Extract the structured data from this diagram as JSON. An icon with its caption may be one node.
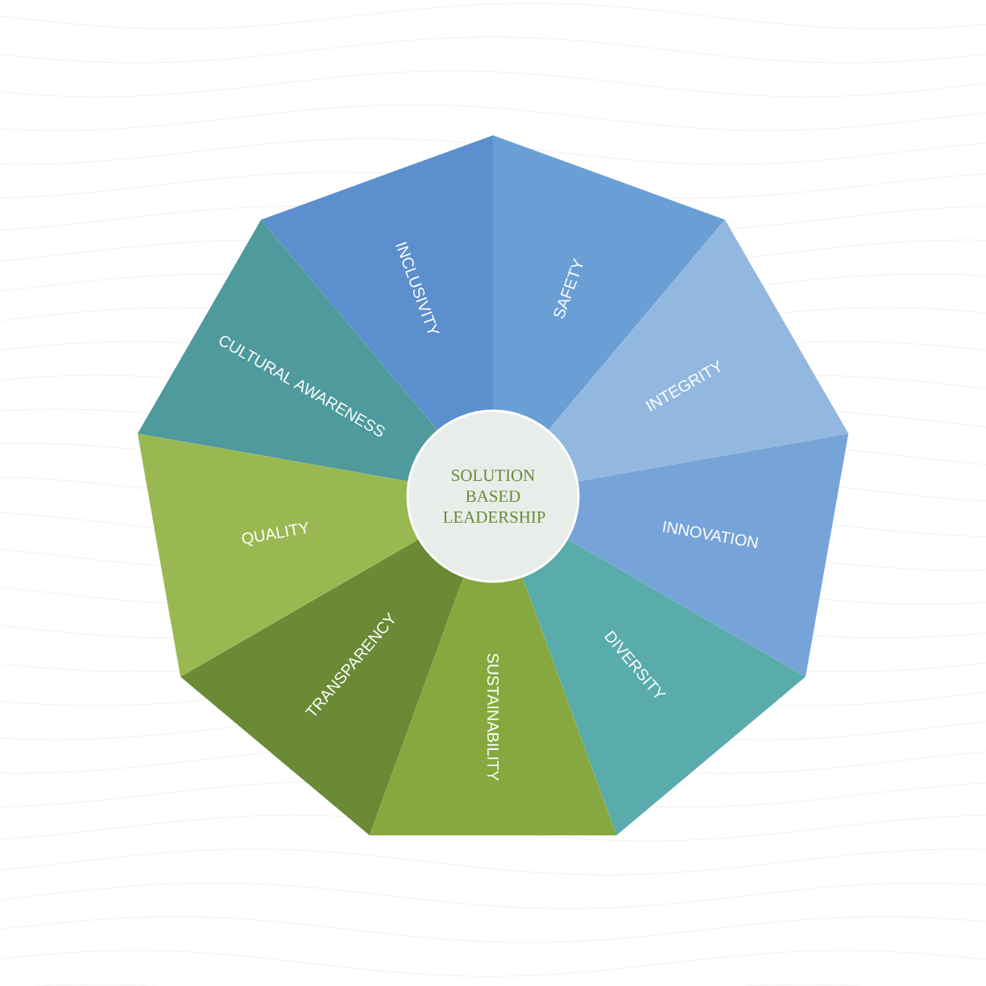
{
  "diagram": {
    "nodes": [
      {
        "text": [
          "SOLUTION BASED LEADERSHIP"
        ]
      },
      {
        "text": [
          "INCLUSIVITY"
        ]
      },
      {
        "text": [
          "SAFETY"
        ]
      },
      {
        "text": [
          "INTEGRITY"
        ]
      },
      {
        "text": [
          "INNOVATION"
        ]
      },
      {
        "text": [
          "DIVERSITY"
        ]
      },
      {
        "text": [
          "SUSTAINABILITY"
        ]
      },
      {
        "text": [
          "TRANSPARENCY"
        ]
      },
      {
        "text": [
          "QUALITY"
        ]
      },
      {
        "text": [
          "CULTURAL AWARENESS"
        ]
      }
    ]
  }
}
